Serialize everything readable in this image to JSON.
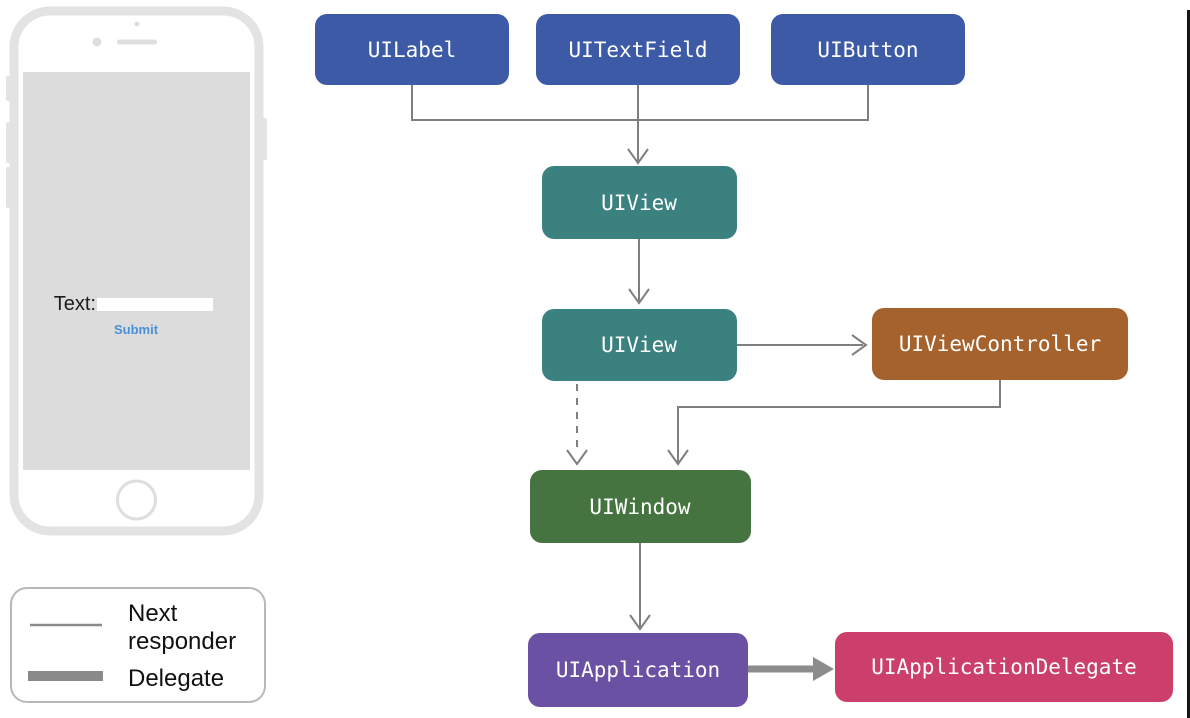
{
  "canvas": {
    "background": "#ffffff"
  },
  "nodes": {
    "uilabel": {
      "label": "UILabel",
      "color": "#3D5AA6"
    },
    "uitextfield": {
      "label": "UITextField",
      "color": "#3D5AA6"
    },
    "uibutton": {
      "label": "UIButton",
      "color": "#3D5AA6"
    },
    "uiview_upper": {
      "label": "UIView",
      "color": "#3A8180"
    },
    "uiview_lower": {
      "label": "UIView",
      "color": "#3A8180"
    },
    "uiviewcontroller": {
      "label": "UIViewController",
      "color": "#A5622D"
    },
    "uiwindow": {
      "label": "UIWindow",
      "color": "#467440"
    },
    "uiapplication": {
      "label": "UIApplication",
      "color": "#6B51A4"
    },
    "uiapplicationdelegate": {
      "label": "UIApplicationDelegate",
      "color": "#CC3F6A"
    }
  },
  "edges": {
    "line_color": "#7F7F7F",
    "delegate_color": "#8C8C8C"
  },
  "phone_mockup": {
    "frame_color": "#E3E3E3",
    "screen_color": "#DCDCDC",
    "text_field_label": "Text:",
    "text_field_value": "",
    "submit_button_label": "Submit",
    "submit_color": "#4A90D9"
  },
  "legend": {
    "next_responder_label_line1": "Next",
    "next_responder_label_line2": "responder",
    "delegate_label": "Delegate"
  }
}
